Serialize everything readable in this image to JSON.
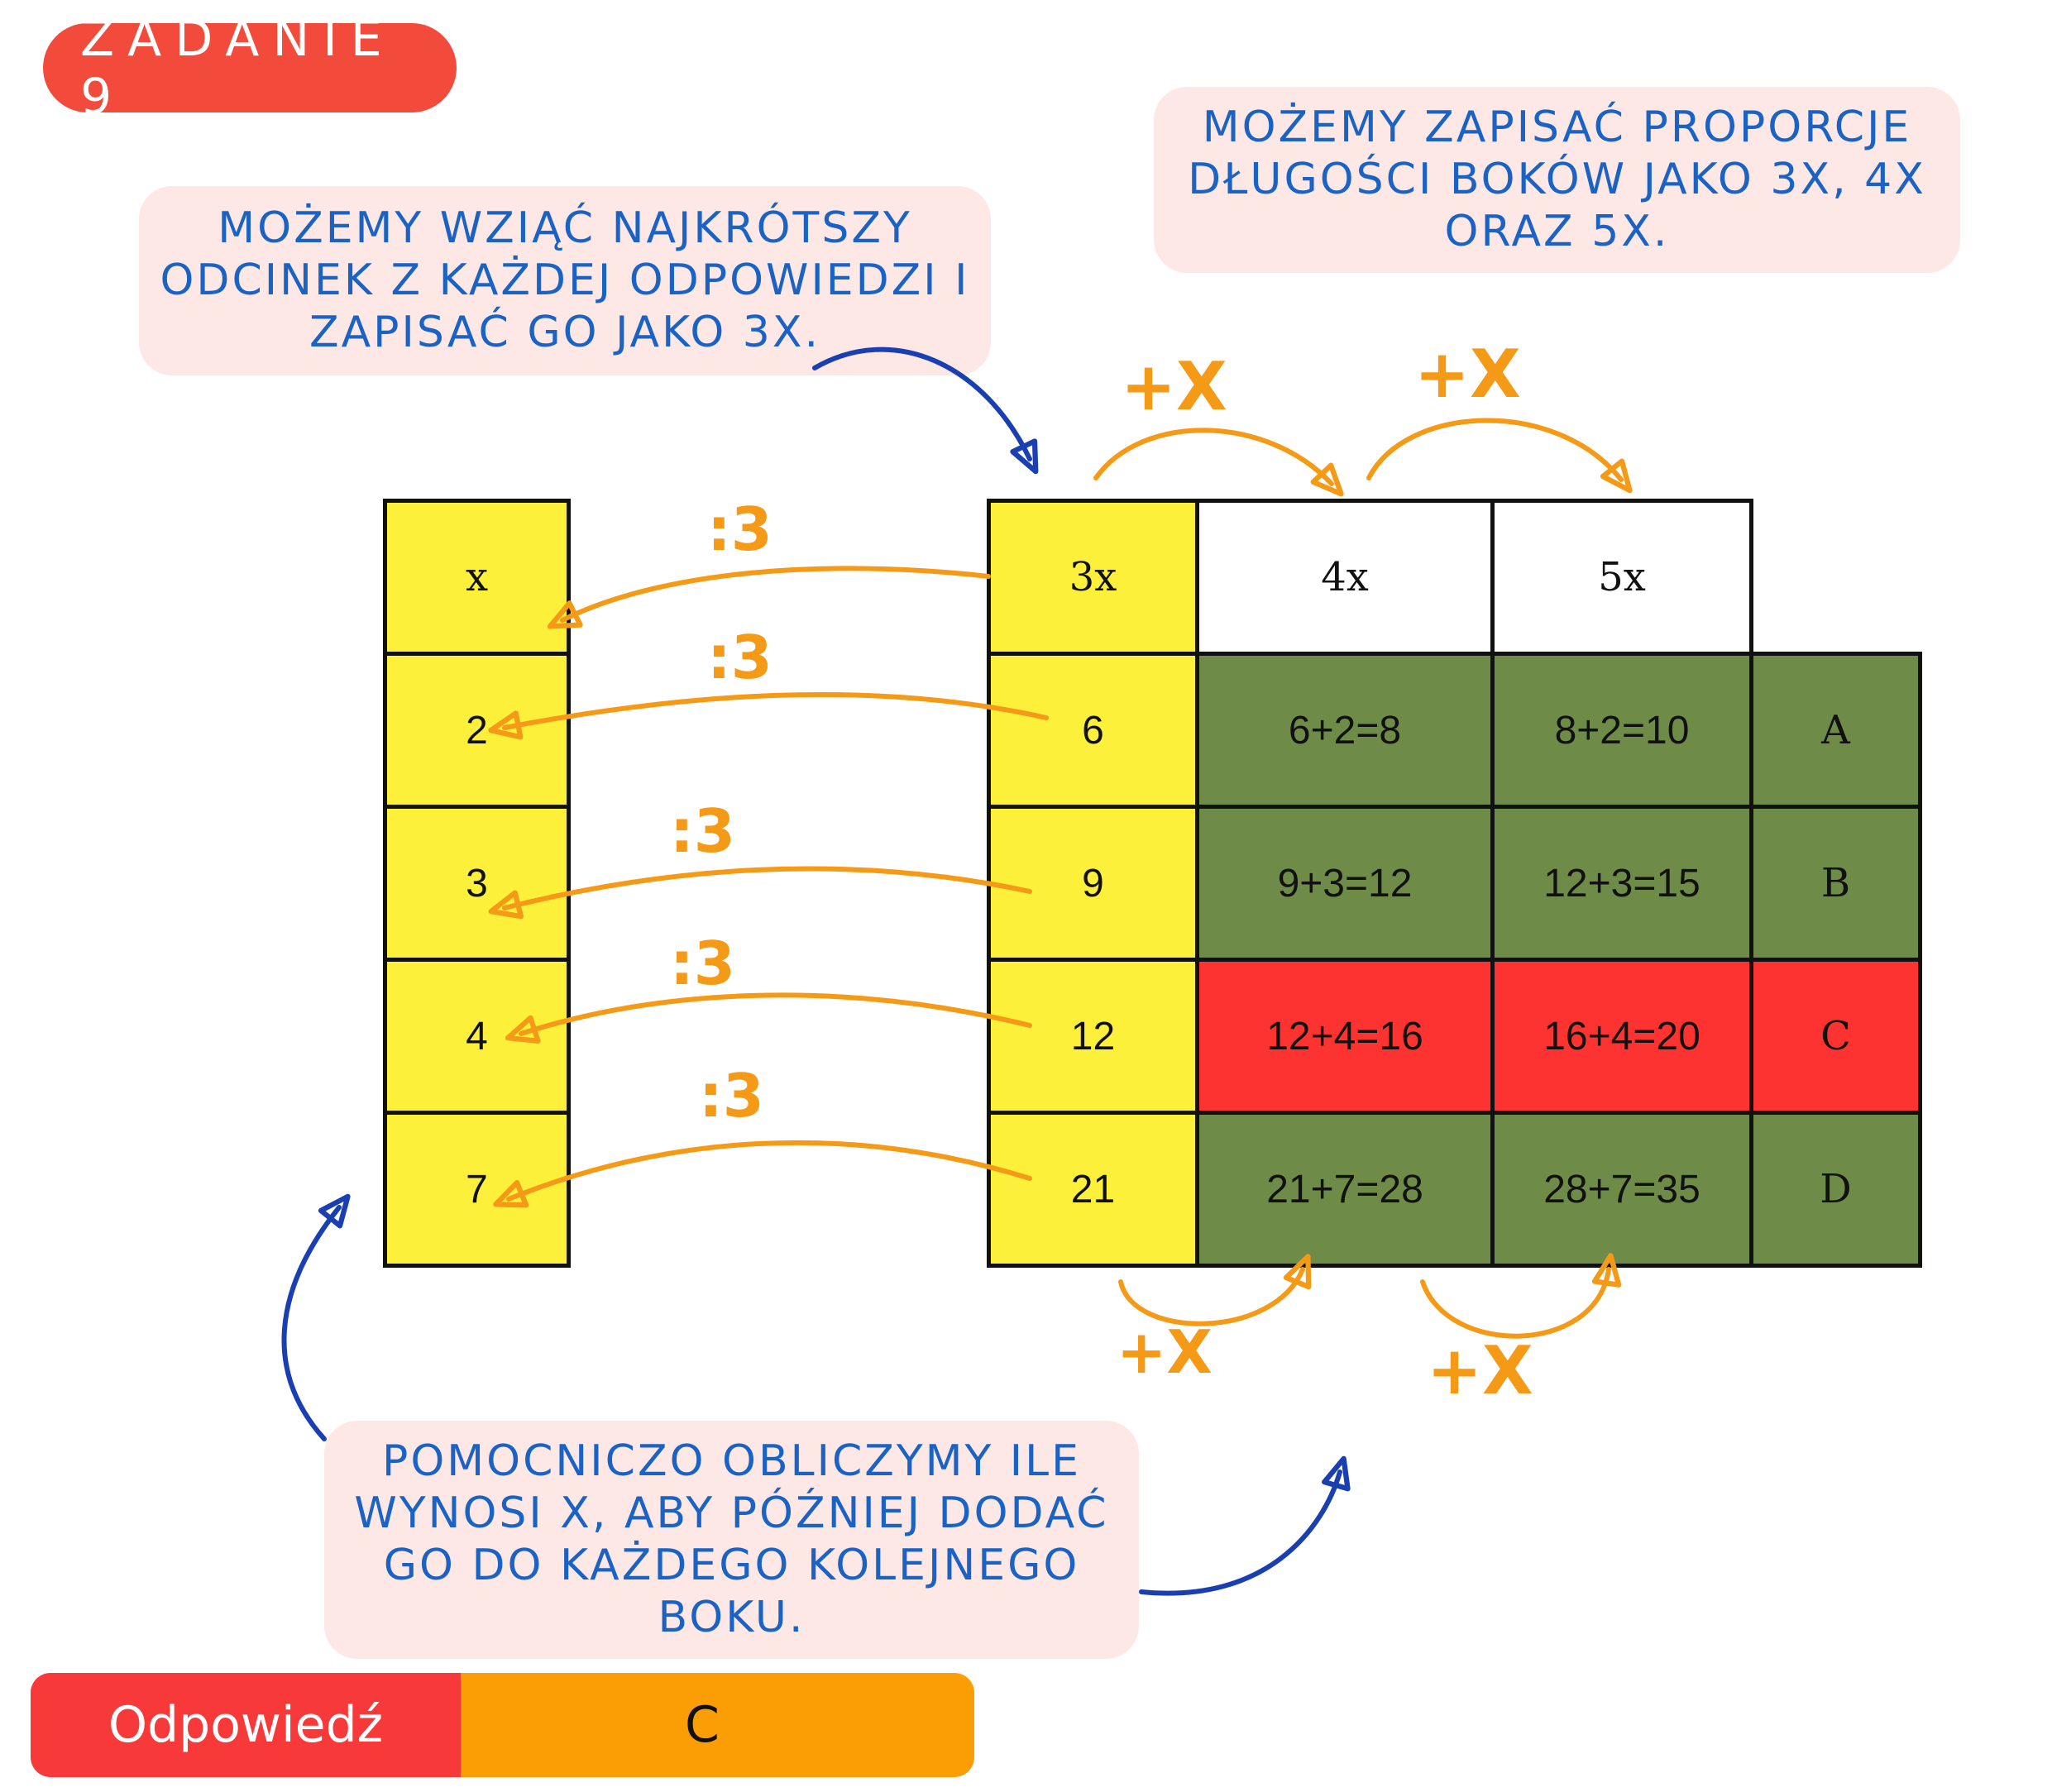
{
  "title": "ZADANIE 9",
  "notes": {
    "left": [
      "MOŻEMY WZIĄĆ NAJKRÓTSZY",
      "ODCINEK Z KAŻDEJ ODPOWIEDZI I",
      "ZAPISAĆ GO JAKO 3X."
    ],
    "right": [
      "MOŻEMY ZAPISAĆ PROPORCJE",
      "DŁUGOŚCI BOKÓW JAKO 3X, 4X",
      "ORAZ 5X."
    ],
    "bottom": [
      "POMOCNICZO OBLICZYMY ILE",
      "WYNOSI X, ABY PÓŹNIEJ DODAĆ",
      "GO DO KAŻDEGO KOLEJNEGO",
      "BOKU."
    ]
  },
  "x_column": [
    "x",
    "2",
    "3",
    "4",
    "7"
  ],
  "main_table": {
    "header": [
      "3x",
      "4x",
      "5x"
    ],
    "rows": [
      {
        "base": "6",
        "side4": "6+2=8",
        "side5": "8+2=10",
        "option": "A",
        "status": "correct"
      },
      {
        "base": "9",
        "side4": "9+3=12",
        "side5": "12+3=15",
        "option": "B",
        "status": "correct"
      },
      {
        "base": "12",
        "side4": "12+4=16",
        "side5": "16+4=20",
        "option": "C",
        "status": "wrong"
      },
      {
        "base": "21",
        "side4": "21+7=28",
        "side5": "28+7=35",
        "option": "D",
        "status": "correct"
      }
    ]
  },
  "annotations": {
    "divide": ":3",
    "plus_x": "+X"
  },
  "answer": {
    "label": "Odpowiedź",
    "value": "C"
  },
  "colors": {
    "yellow": "#fdf03a",
    "green": "#6e8c48",
    "red": "#fd3331",
    "orange": "#f49a16",
    "blue": "#1a3fb0",
    "note_text": "#1a63c5",
    "note_bg": "#fde8e6"
  }
}
